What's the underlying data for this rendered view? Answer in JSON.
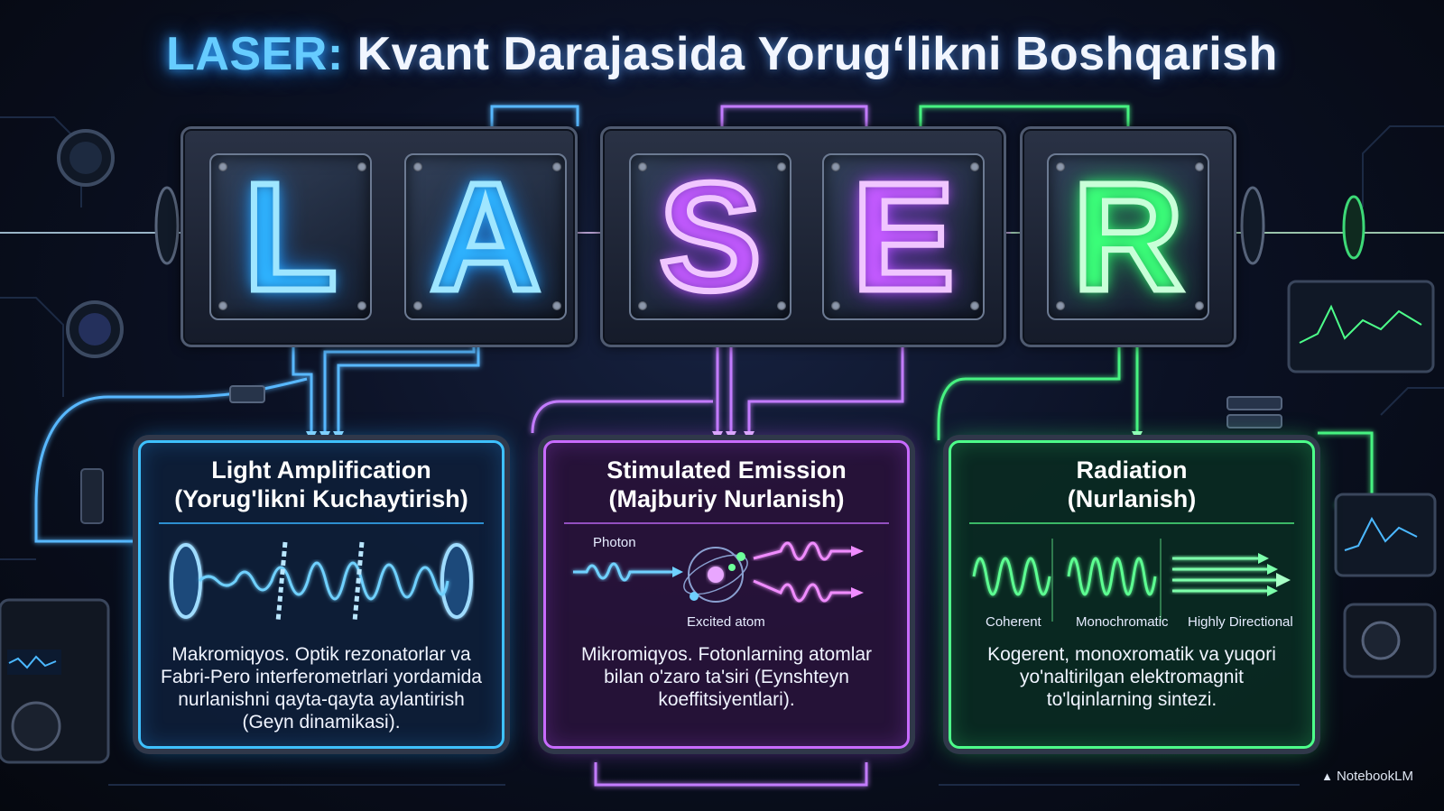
{
  "title": {
    "accent": "LASER:",
    "rest": " Kvant Darajasida Yorug‘likni Boshqarish"
  },
  "letters": [
    "L",
    "A",
    "S",
    "E",
    "R"
  ],
  "panels": [
    {
      "title": "Light Amplification",
      "subtitle": "(Yorug'likni Kuchaytirish)",
      "description": "Makromiqyos. Optik rezonatorlar va Fabri-Pero interferometrlari yordamida nurlanishni qayta-qayta aylantirish (Geyn dinamikasi).",
      "labels": []
    },
    {
      "title": "Stimulated Emission",
      "subtitle": "(Majburiy Nurlanish)",
      "description": "Mikromiqyos. Fotonlarning atomlar bilan o'zaro ta'siri (Eynshteyn koeffitsiyentlari).",
      "labels": [
        "Photon",
        "Excited atom"
      ]
    },
    {
      "title": "Radiation",
      "subtitle": "(Nurlanish)",
      "description": "Kogerent, monoxromatik va yuqori yo'naltirilgan elektromagnit to'lqinlarning sintezi.",
      "labels": [
        "Coherent",
        "Monochromatic",
        "Highly Directional"
      ]
    }
  ],
  "colors": {
    "blue": "#3ec1ff",
    "purple": "#c86bff",
    "green": "#4dff8a"
  },
  "brand": {
    "icon": "notebooklm-icon",
    "text": "NotebookLM"
  }
}
